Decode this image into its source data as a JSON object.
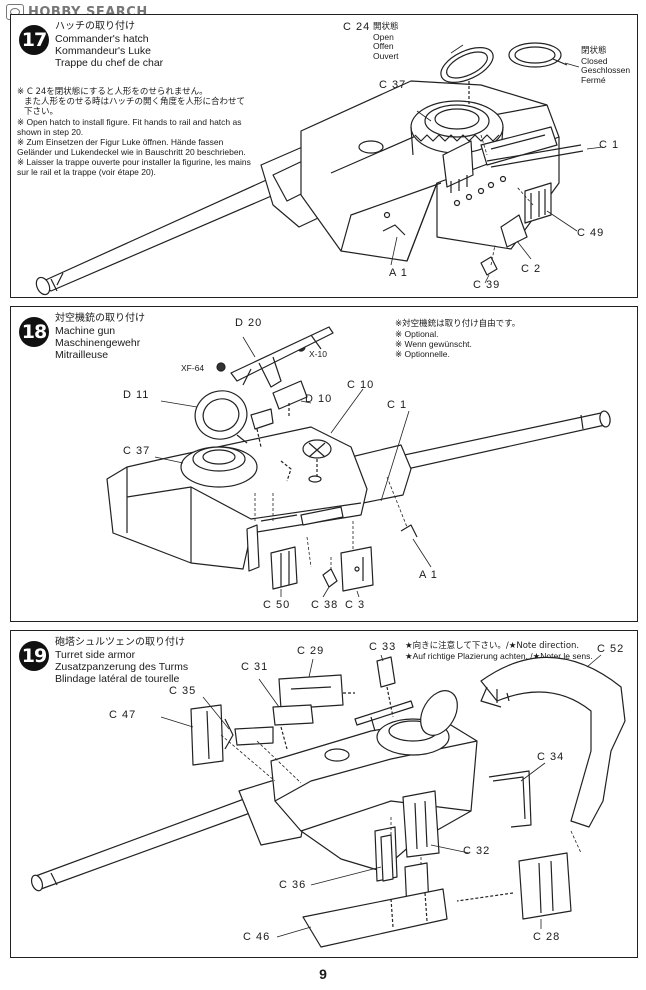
{
  "watermark": "HOBBY SEARCH",
  "page_number": "9",
  "steps": [
    {
      "number": "17",
      "title_jp": "ハッチの取り付け",
      "title_en": "Commander's hatch",
      "title_de": "Kommandeur's Luke",
      "title_fr": "Trappe du chef de char",
      "notes": [
        "※ C 24を閉状態にすると人形をのせられません。",
        "また人形をのせる時はハッチの開く角度を人形に合わせて下さい。",
        "※ Open hatch to install figure. Fit hands to rail and hatch as shown in step 20.",
        "※ Zum Einsetzen der Figur Luke öffnen. Hände fassen Geländer und Lukendeckel wie in Bauschritt 20 beschrieben.",
        "※ Laisser la trappe ouverte pour installer la figurine, les mains sur le rail et la trappe (voir étape 20)."
      ],
      "open_label": {
        "part": "C 24",
        "jp": "開状態",
        "en": "Open",
        "de": "Offen",
        "fr": "Ouvert"
      },
      "closed_label": {
        "jp": "閉状態",
        "en": "Closed",
        "de": "Geschlossen",
        "fr": "Fermé"
      },
      "parts": [
        "C 37",
        "C 1",
        "C 49",
        "C 2",
        "A 1",
        "C 39"
      ]
    },
    {
      "number": "18",
      "title_jp": "対空機銃の取り付け",
      "title_en": "Machine gun",
      "title_de": "Maschinengewehr",
      "title_fr": "Mitrailleuse",
      "notes": [
        "※対空機銃は取り付け自由です。",
        "※ Optional.",
        "※ Wenn gewünscht.",
        "※ Optionnelle."
      ],
      "paints": [
        "XF-64",
        "X-10"
      ],
      "parts": [
        "D 20",
        "D 11",
        "D 10",
        "C 10",
        "C 1",
        "C 37",
        "A 1",
        "C 50",
        "C 38",
        "C 3"
      ]
    },
    {
      "number": "19",
      "title_jp": "砲塔シュルツェンの取り付け",
      "title_en": "Turret side armor",
      "title_de": "Zusatzpanzerung des Turms",
      "title_fr": "Blindage latéral de tourelle",
      "notes": [
        "★向きに注意して下さい。/★Note direction.",
        "★Auf richtige Plazierung achten. /★Noter le sens."
      ],
      "parts": [
        "C 29",
        "C 33",
        "C 52",
        "C 31",
        "C 35",
        "C 47",
        "C 34",
        "C 32",
        "C 36",
        "C 46",
        "C 28"
      ]
    }
  ]
}
